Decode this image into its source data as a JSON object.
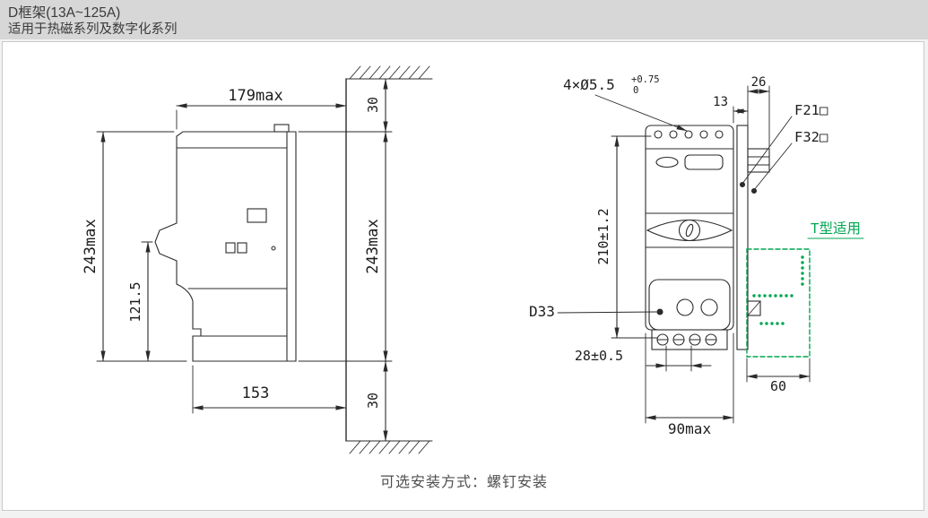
{
  "header": {
    "title": "D框架(13A~125A)",
    "subtitle": "适用于热磁系列及数字化系列"
  },
  "footer": {
    "caption": "可选安装方式：螺钉安装"
  },
  "colors": {
    "header_bg": "#d7d7d7",
    "panel_border": "#c9c9c9",
    "line_color": "#2b2b2b",
    "accent_green": "#00a651"
  },
  "side_view": {
    "width_overall": "179max",
    "height_left": "243max",
    "height_handle": "121.5",
    "height_right": "243max",
    "depth_base": "153",
    "clearance_top": "30",
    "clearance_bottom": "30"
  },
  "front_view": {
    "holes": "4×Ø5.5",
    "holes_tol_upper": "+0.75",
    "holes_tol_lower": "0",
    "dim_13": "13",
    "dim_26": "26",
    "label_f21": "F21□",
    "label_f32": "F32□",
    "dim_height": "210±1.2",
    "label_d33": "D33",
    "dim_pitch": "28±0.5",
    "dim_width": "90max",
    "dim_accessory_width": "60",
    "label_t_type": "T型适用"
  }
}
